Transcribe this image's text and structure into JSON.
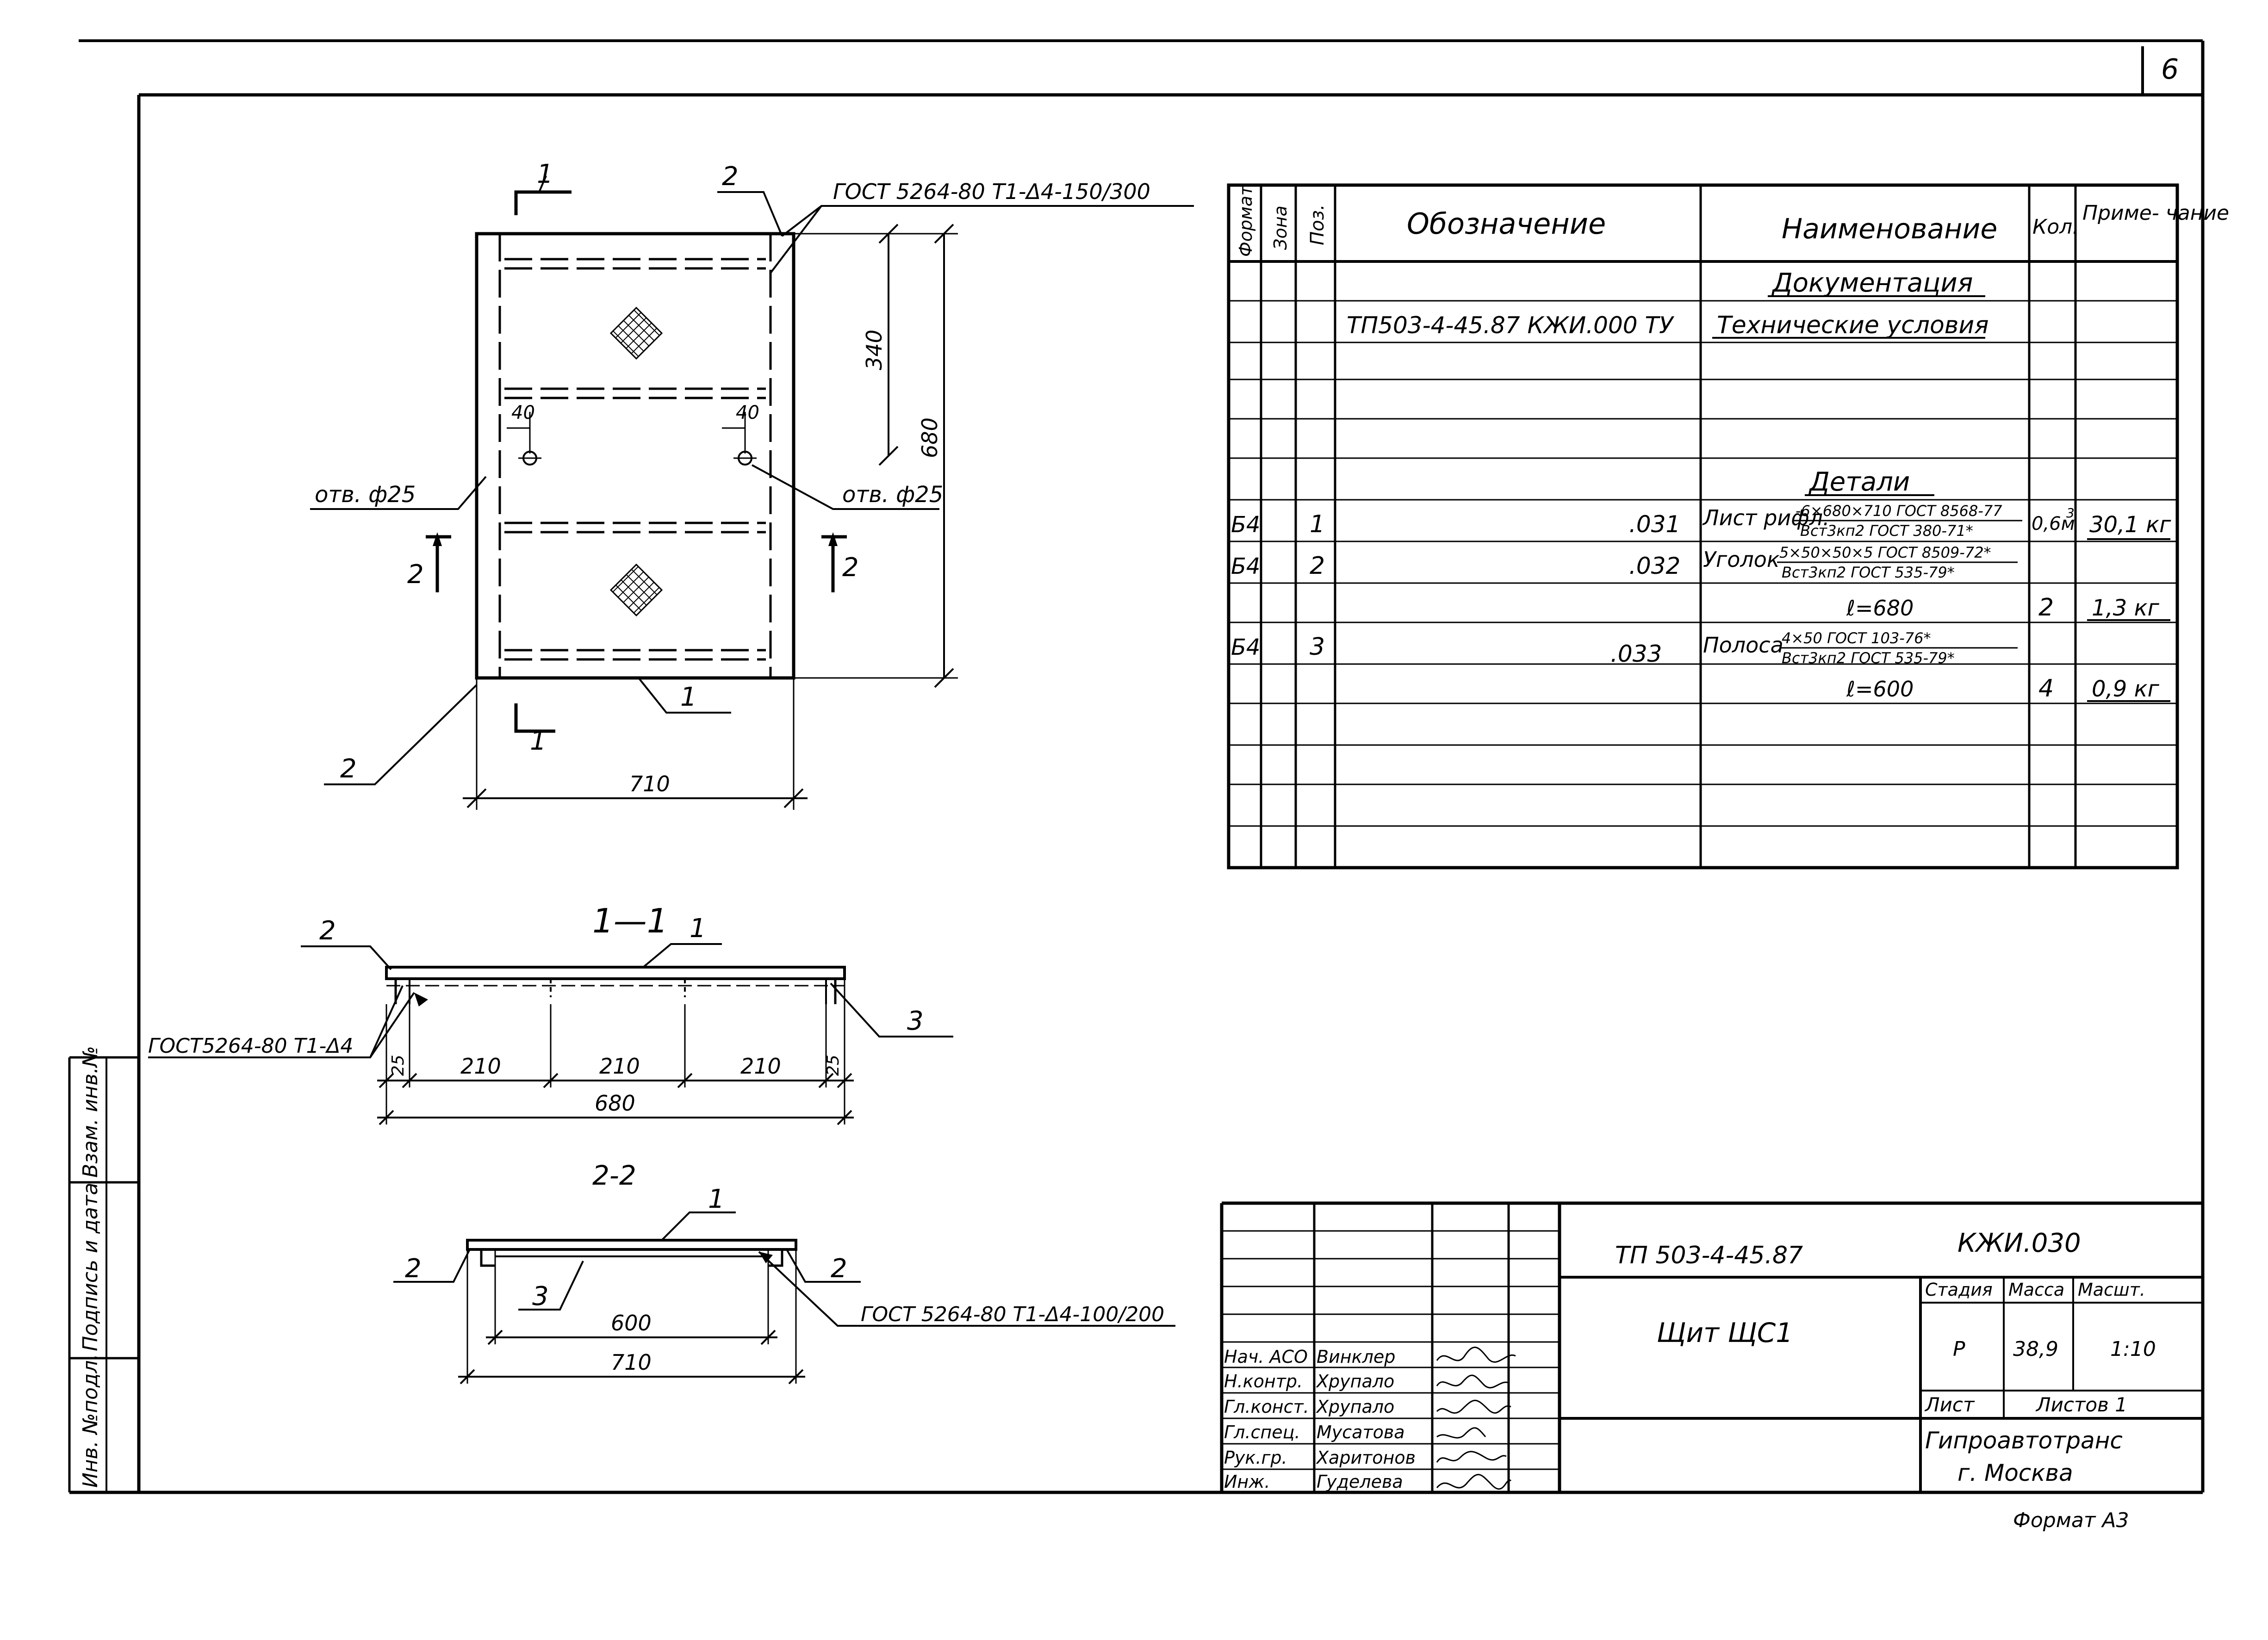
{
  "sheet_number": "6",
  "margin_labels": {
    "inv_no_podl": "Инв. №подл.",
    "podpis_data": "Подпись и дата",
    "vzam_inv": "Взам. инв.№"
  },
  "plan_view": {
    "weld_note": "ГОСТ 5264-80 Т1-Δ4-150/300",
    "section_mark": "1",
    "section_mark_2": "2",
    "pos_1": "1",
    "pos_2": "2",
    "dim_340": "340",
    "dim_680": "680",
    "dim_710": "710",
    "dim_40": "40",
    "hole_label": "отв. ф25"
  },
  "section_1_1": {
    "title": "1—1",
    "weld_note": "ГОСТ5264-80 Т1-Δ4",
    "pos_1": "1",
    "pos_2": "2",
    "pos_3": "3",
    "dim_25": "25",
    "dim_210": "210",
    "dim_680": "680"
  },
  "section_2_2": {
    "title": "2-2",
    "weld_note": "ГОСТ 5264-80 Т1-Δ4-100/200",
    "pos_1": "1",
    "pos_2": "2",
    "pos_3": "3",
    "dim_600": "600",
    "dim_710": "710"
  },
  "spec_table": {
    "headers": {
      "format": "Формат",
      "zone": "Зона",
      "pos": "Поз.",
      "designation": "Обозначение",
      "name": "Наименование",
      "qty": "Кол.",
      "note": "Приме- чание"
    },
    "doc_section": "Документация",
    "doc_designation": "ТП503-4-45.87 КЖИ.000 ТУ",
    "doc_name": "Технические условия",
    "details_section": "Детали",
    "rows": [
      {
        "format": "Б4",
        "pos": "1",
        "designation": ".031",
        "name_main": "Лист рифл.",
        "name_num": "-6×680×710 ГОСТ 8568-77",
        "name_den": "Вст3кп2 ГОСТ 380-71*",
        "qty": "0,6м",
        "qty_sup": "3",
        "note": "30,1 кг"
      },
      {
        "format": "Б4",
        "pos": "2",
        "designation": ".032",
        "name_main": "Уголок",
        "name_num": "5×50×50×5 ГОСТ 8509-72*",
        "name_den": "Вст3кп2 ГОСТ 535-79*",
        "length": "ℓ=680",
        "qty": "2",
        "note": "1,3 кг"
      },
      {
        "format": "Б4",
        "pos": "3",
        "designation": ".033",
        "name_main": "Полоса",
        "name_num": "4×50 ГОСТ 103-76*",
        "name_den": "Вст3кп2 ГОСТ 535-79*",
        "length": "ℓ=600",
        "qty": "4",
        "note": "0,9 кг"
      }
    ]
  },
  "title_block": {
    "project": "ТП 503-4-45.87",
    "code": "КЖИ.030",
    "drawing_name": "Щит ЩС1",
    "stage_label": "Стадия",
    "mass_label": "Масса",
    "scale_label": "Масшт.",
    "stage": "Р",
    "mass": "38,9",
    "scale": "1:10",
    "sheet_label": "Лист",
    "sheets_label": "Листов 1",
    "org": "Гипроавтотранс",
    "city": "г. Москва",
    "format": "Формат А3",
    "signatures": [
      {
        "role": "Нач. АСО",
        "name": "Винклер"
      },
      {
        "role": "Н.контр.",
        "name": "Хрупало"
      },
      {
        "role": "Гл.конст.",
        "name": "Хрупало"
      },
      {
        "role": "Гл.спец.",
        "name": "Мусатова"
      },
      {
        "role": "Рук.гр.",
        "name": "Харитонов"
      },
      {
        "role": "Инж.",
        "name": "Гуделева"
      }
    ]
  }
}
